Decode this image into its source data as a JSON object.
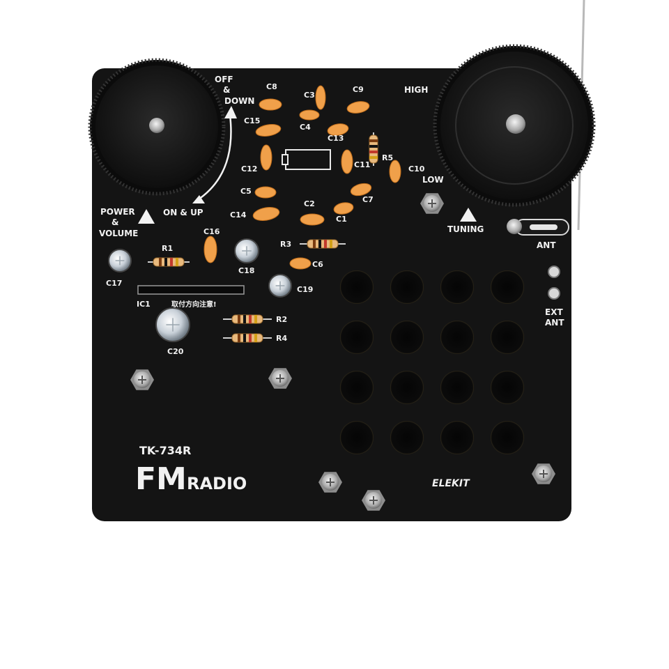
{
  "board": {
    "model": "TK-734R",
    "title_big": "FM",
    "title_small": "RADIO",
    "brand": "ELEKIT",
    "colors": {
      "board": "#141414",
      "silk": "#f2f2f2",
      "capacitor": "#f0a04a",
      "knob": "#1b1b1b"
    }
  },
  "labels": {
    "off_down": [
      "OFF",
      "&",
      "DOWN"
    ],
    "power_volume": [
      "POWER",
      "&",
      "VOLUME"
    ],
    "on_up": "ON & UP",
    "high": "HIGH",
    "low": "LOW",
    "tuning": "TUNING",
    "ant": "ANT",
    "ext_ant": [
      "EXT",
      "ANT"
    ],
    "ic1": "IC1",
    "ic1_note": "取付方向注意!"
  },
  "components": {
    "capacitors": [
      "C8",
      "C3",
      "C9",
      "C4",
      "C13",
      "C15",
      "C12",
      "C11",
      "C10",
      "C5",
      "C2",
      "C7",
      "C14",
      "C1",
      "C16",
      "C6"
    ],
    "resistors": [
      "R1",
      "R3",
      "R5",
      "R2",
      "R4"
    ],
    "electrolytics": [
      "C17",
      "C18",
      "C19",
      "C20"
    ]
  },
  "icons": [
    "volume-knob-icon",
    "tuning-knob-icon",
    "speaker-grille-icon",
    "screw-icon",
    "antenna-icon"
  ]
}
